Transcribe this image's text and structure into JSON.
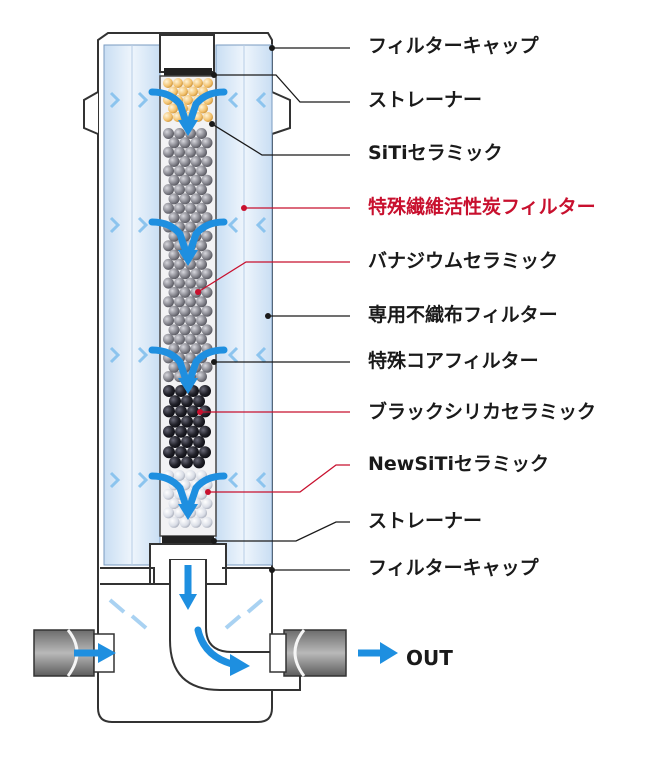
{
  "labels": [
    {
      "text": "フィルターキャップ",
      "color": "#1a1a1a"
    },
    {
      "text": "ストレーナー",
      "color": "#1a1a1a"
    },
    {
      "text": "SiTiセラミック",
      "color": "#1a1a1a"
    },
    {
      "text": "特殊繊維活性炭フィルター",
      "color": "#c8102e"
    },
    {
      "text": "バナジウムセラミック",
      "color": "#1a1a1a"
    },
    {
      "text": "専用不織布フィルター",
      "color": "#1a1a1a"
    },
    {
      "text": "特殊コアフィルター",
      "color": "#1a1a1a"
    },
    {
      "text": "ブラックシリカセラミック",
      "color": "#1a1a1a"
    },
    {
      "text": "NewSiTiセラミック",
      "color": "#1a1a1a"
    },
    {
      "text": "ストレーナー",
      "color": "#1a1a1a"
    },
    {
      "text": "フィルターキャップ",
      "color": "#1a1a1a"
    }
  ],
  "outlet_label": "OUT",
  "colors": {
    "flow_arrow": "#1e8fe0",
    "leader_red": "#c8102e",
    "leader_black": "#1a1a1a",
    "outer_filter": "#dbeaf8",
    "carbon": "#8d8d95",
    "black_silica": "#23232b",
    "siti_beads": "#f4c77a",
    "newsiti_beads": "#e4e7ee"
  }
}
